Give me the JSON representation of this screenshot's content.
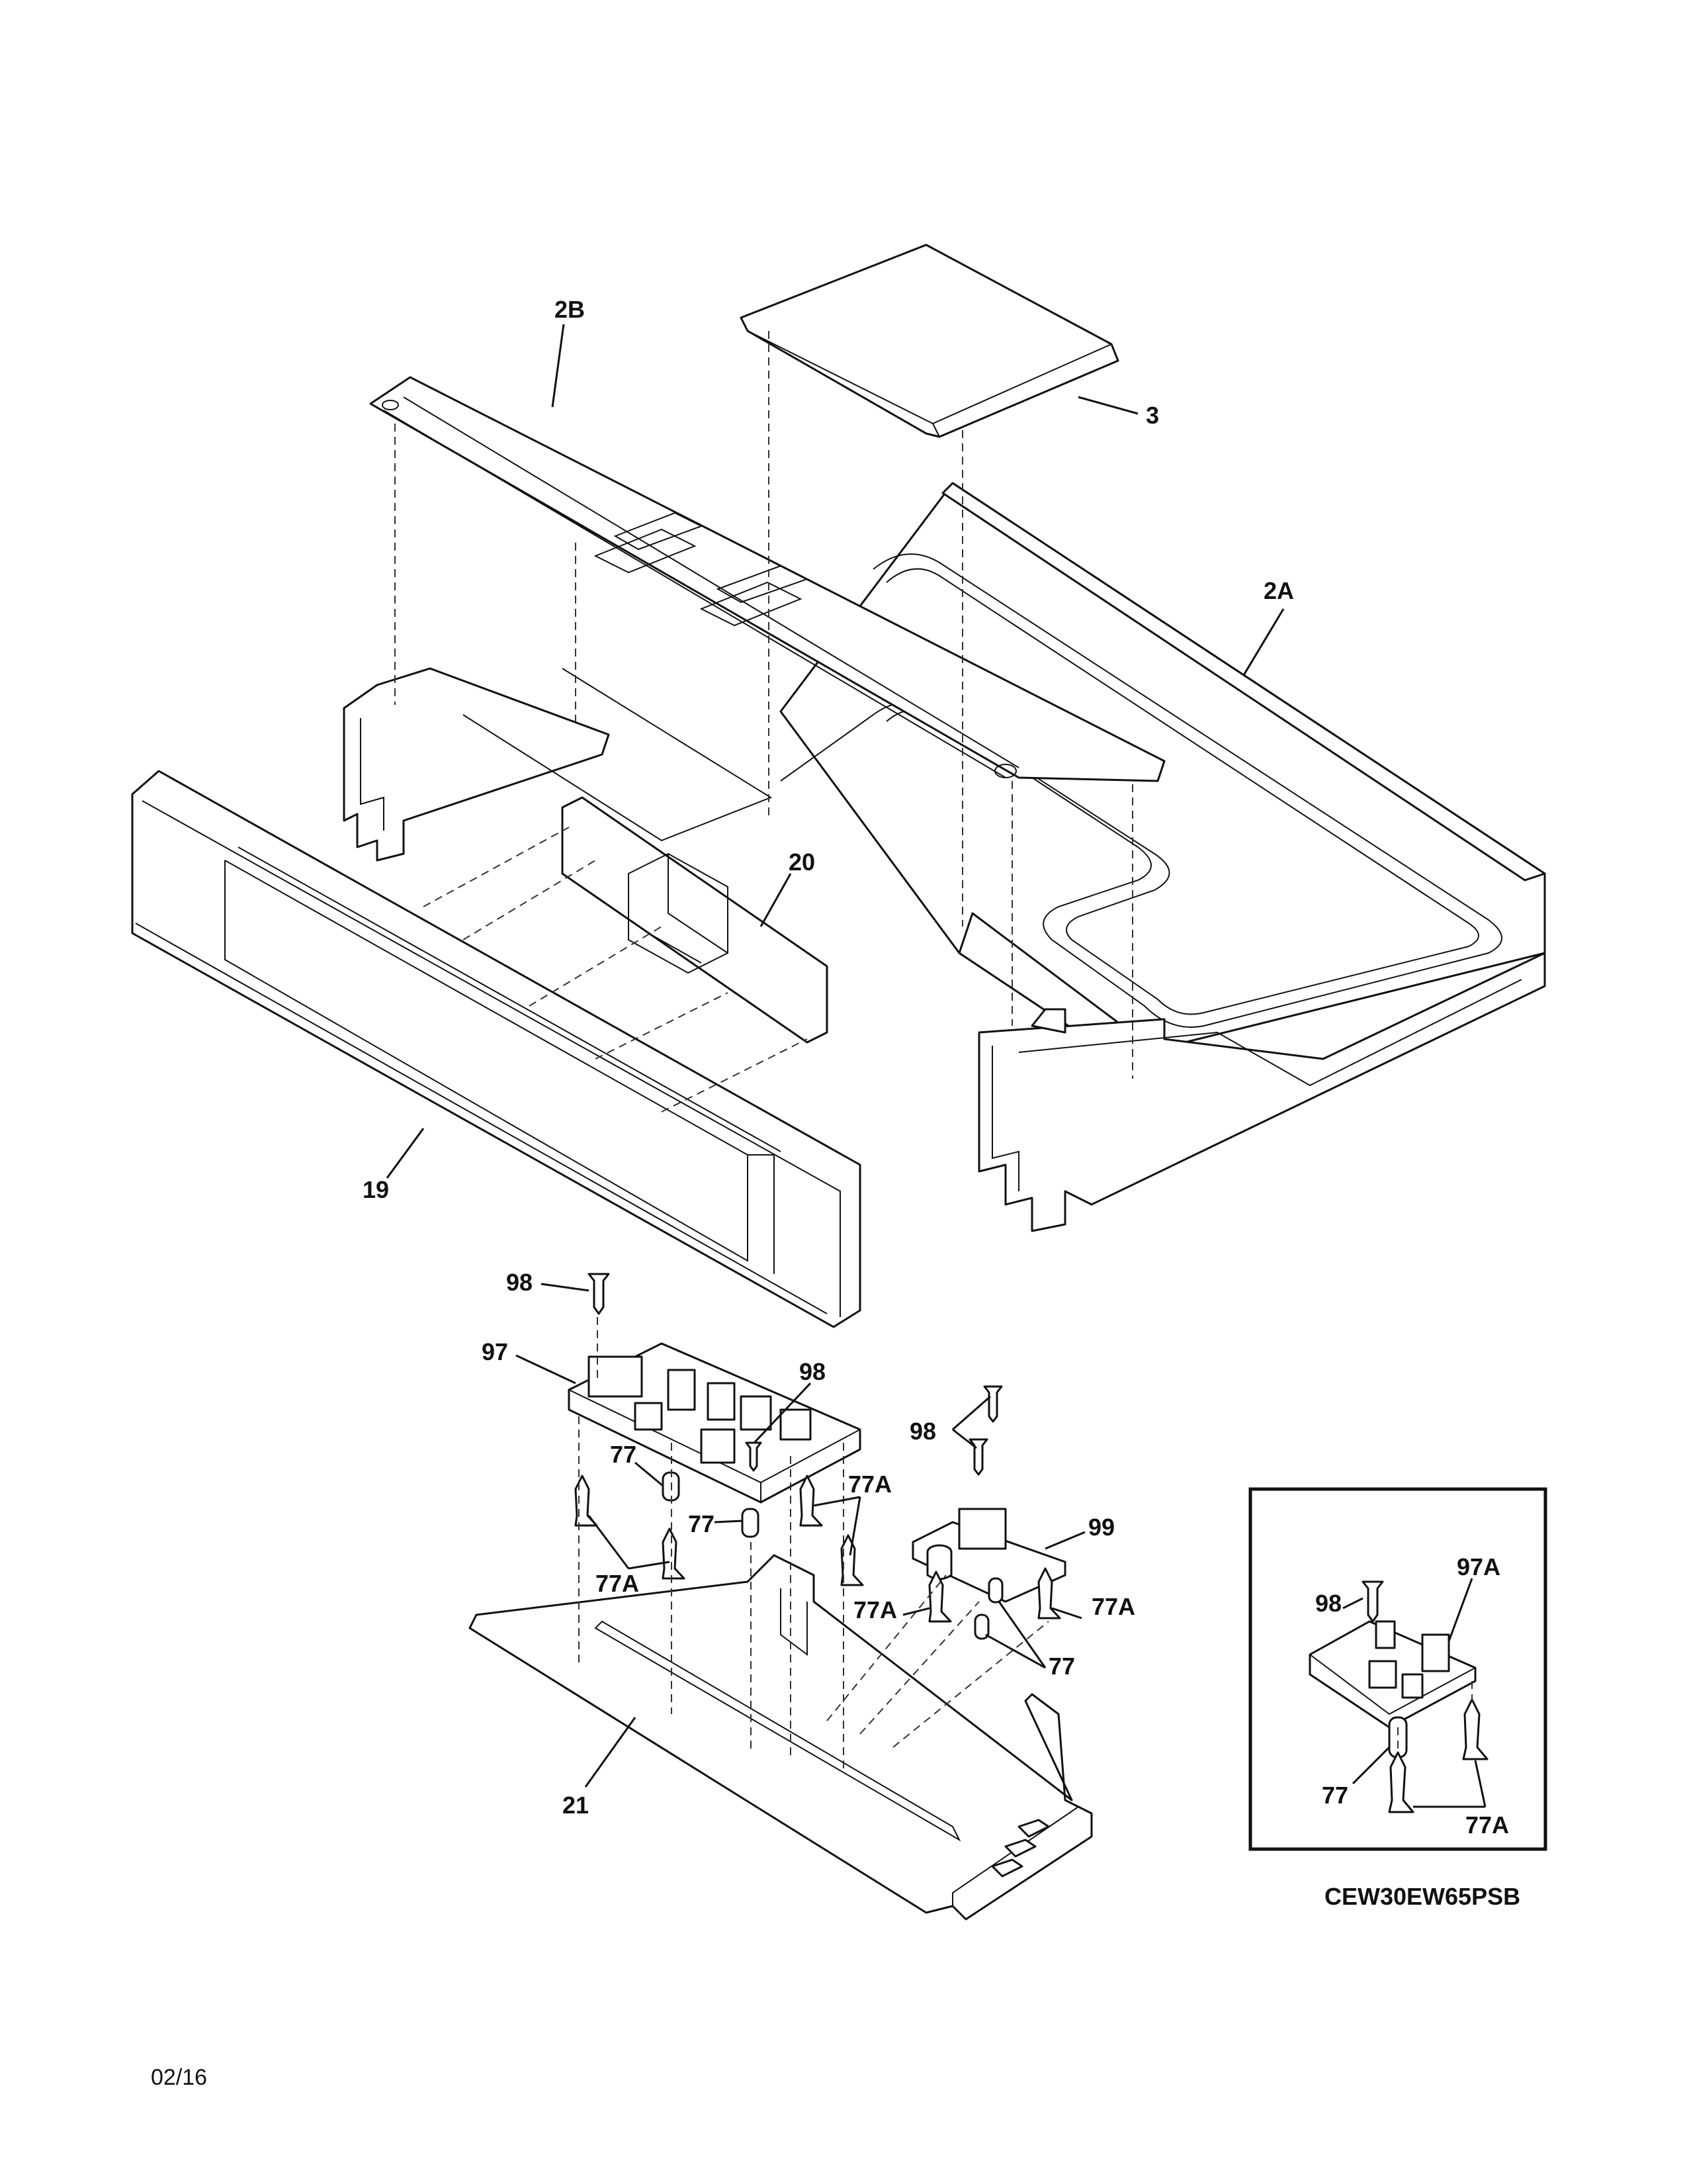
{
  "callouts": {
    "c_2B": "2B",
    "c_3": "3",
    "c_2A": "2A",
    "c_20": "20",
    "c_19": "19",
    "c_98_top": "98",
    "c_97": "97",
    "c_98_board": "98",
    "c_77_left": "77",
    "c_77_mid": "77",
    "c_77A_right": "77A",
    "c_77A_left": "77A",
    "c_98_right": "98",
    "c_99": "99",
    "c_77A_low_left": "77A",
    "c_77A_low_right": "77A",
    "c_77_right": "77",
    "c_21": "21",
    "inset_98": "98",
    "inset_97A": "97A",
    "inset_77": "77",
    "inset_77A": "77A"
  },
  "model_number": "CEW30EW65PSB",
  "date_code": "02/16"
}
